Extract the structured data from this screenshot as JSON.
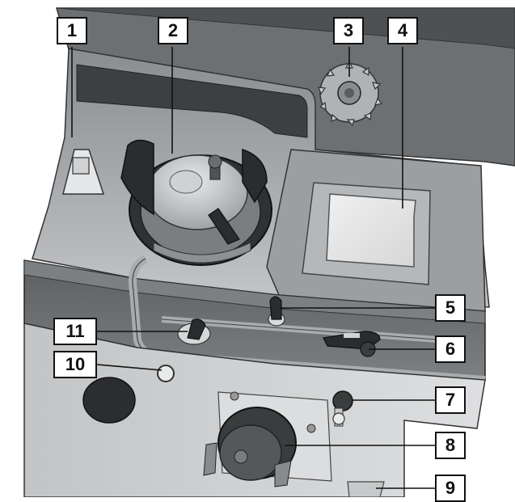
{
  "figure": {
    "callouts": [
      {
        "id": "1",
        "label": "1"
      },
      {
        "id": "2",
        "label": "2"
      },
      {
        "id": "3",
        "label": "3"
      },
      {
        "id": "4",
        "label": "4"
      },
      {
        "id": "5",
        "label": "5"
      },
      {
        "id": "6",
        "label": "6"
      },
      {
        "id": "7",
        "label": "7"
      },
      {
        "id": "8",
        "label": "8"
      },
      {
        "id": "9",
        "label": "9"
      },
      {
        "id": "10",
        "label": "10"
      },
      {
        "id": "11",
        "label": "11"
      }
    ]
  },
  "colors": {
    "body_light": "#c9cbcd",
    "body_mid": "#a3a6a9",
    "body_dark": "#6a6d70",
    "panel_dark": "#2e3032",
    "screen": "#e6e6e6",
    "outline": "#222222",
    "callout_border": "#111111"
  },
  "icons": [
    "loading-unit-icon",
    "gear-wheel-icon",
    "lever-icon",
    "quick-coupler-icon",
    "cap-icon"
  ]
}
